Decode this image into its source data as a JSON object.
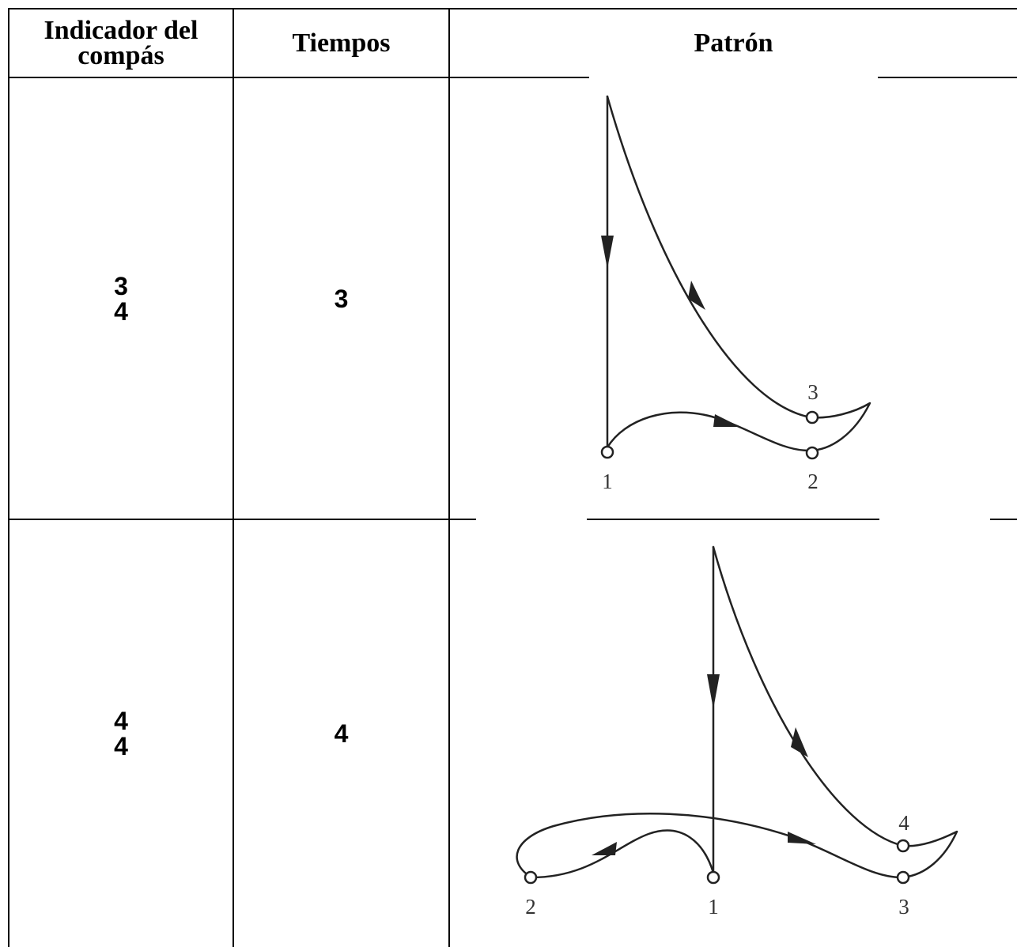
{
  "table": {
    "headers": {
      "time_signature": "Indicador del compás",
      "beats": "Tiempos",
      "pattern": "Patrón"
    },
    "rows": [
      {
        "time_signature": {
          "top": "3",
          "bottom": "4"
        },
        "beats": "3",
        "pattern_labels": [
          "1",
          "2",
          "3"
        ]
      },
      {
        "time_signature": {
          "top": "4",
          "bottom": "4"
        },
        "beats": "4",
        "pattern_labels": [
          "2",
          "1",
          "3",
          "4"
        ]
      }
    ]
  }
}
